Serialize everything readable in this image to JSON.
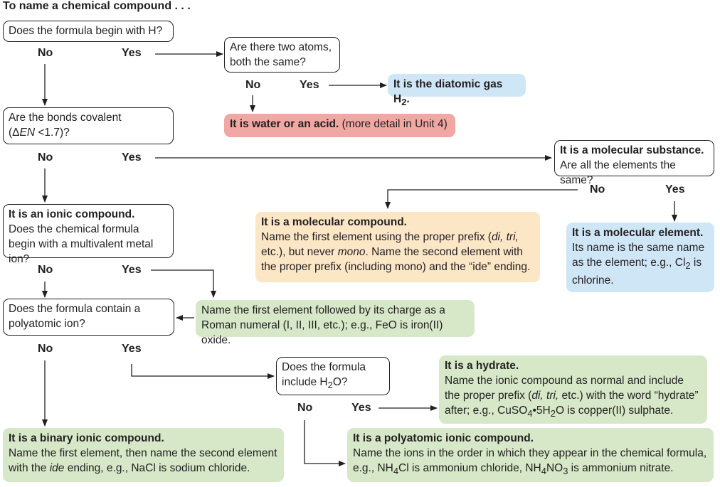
{
  "title": "To name a chemical compound . . .",
  "labels": {
    "no": "No",
    "yes": "Yes"
  },
  "q1": "Does the formula begin with H?",
  "q2": "Are there two atoms, both the same?",
  "diatomic": {
    "text": "It is the diatomic gas H",
    "sub": "2",
    "end": "."
  },
  "water": {
    "bold": "It is water or an acid.",
    "rest": " (more detail in Unit 4)"
  },
  "q3": {
    "line1": "Are the bonds covalent",
    "line2_pre": "(Δ",
    "line2_em": "EN",
    "line2_post": " <1.7)?"
  },
  "molecular_substance": {
    "heading": "It is a molecular substance.",
    "question": "Are all the elements the same?"
  },
  "molecular_compound": {
    "heading": "It is a molecular compound.",
    "t1": "Name the first element using the proper prefix (",
    "em1": "di, tri,",
    "t2": " etc.), but never ",
    "em2": "mono",
    "t3": ". Name the second element with the proper prefix (including mono) and the “ide” ending."
  },
  "molecular_element": {
    "heading": "It is a molecular element.",
    "t1": "Its name is the same name as the element; e.g., Cl",
    "sub": "2",
    "t2": " is chlorine."
  },
  "ionic": {
    "heading": "It is an ionic compound.",
    "question": "Does the chemical formula begin with a multivalent metal ion?"
  },
  "polyatomic_q": "Does the formula contain a polyatomic ion?",
  "multivalent_rule": "Name the first element followed by its charge as a Roman numeral (I, II, III, etc.); e.g., FeO is iron(II) oxide.",
  "h2o_q": {
    "t1": "Does the formula include H",
    "sub": "2",
    "t2": "O?"
  },
  "hydrate": {
    "heading": "It is a hydrate.",
    "t1": "Name the ionic compound as normal and include the proper prefix (",
    "em1": "di, tri,",
    "t2": " etc.) with the word “hydrate” after; e.g., CuSO",
    "sub1": "4",
    "t3": "•5H",
    "sub2": "2",
    "t4": "O is copper(II) sulphate."
  },
  "binary": {
    "heading": "It is a binary ionic compound.",
    "t1": "Name the first element, then name the second element with the ",
    "em": "ide",
    "t2": " ending, e.g., NaCl is sodium chloride."
  },
  "polyatomic_ionic": {
    "heading": "It is a polyatomic ionic compound.",
    "t1": "Name the ions in the order in which they appear in the chemical formula, e.g., NH",
    "sub1": "4",
    "t2": "Cl is ammonium chloride, NH",
    "sub2": "4",
    "t3": "NO",
    "sub3": "3",
    "t4": " is ammonium nitrate."
  },
  "colors": {
    "green": "#d6e8c8",
    "blue": "#cfe6f7",
    "pink": "#f1a7a3",
    "tan": "#fbe6c6"
  }
}
